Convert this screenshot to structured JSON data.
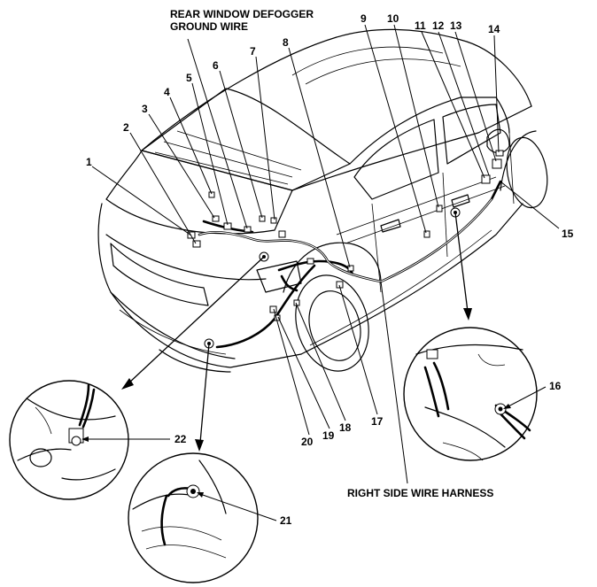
{
  "labels": {
    "rear_defogger_ground_line1": "REAR WINDOW DEFOGGER",
    "rear_defogger_ground_line2": "GROUND WIRE",
    "right_side_wire_harness": "RIGHT SIDE WIRE HARNESS"
  },
  "callouts": [
    "1",
    "2",
    "3",
    "4",
    "5",
    "6",
    "7",
    "8",
    "9",
    "10",
    "11",
    "12",
    "13",
    "14",
    "15",
    "16",
    "17",
    "18",
    "19",
    "20",
    "21",
    "22"
  ]
}
